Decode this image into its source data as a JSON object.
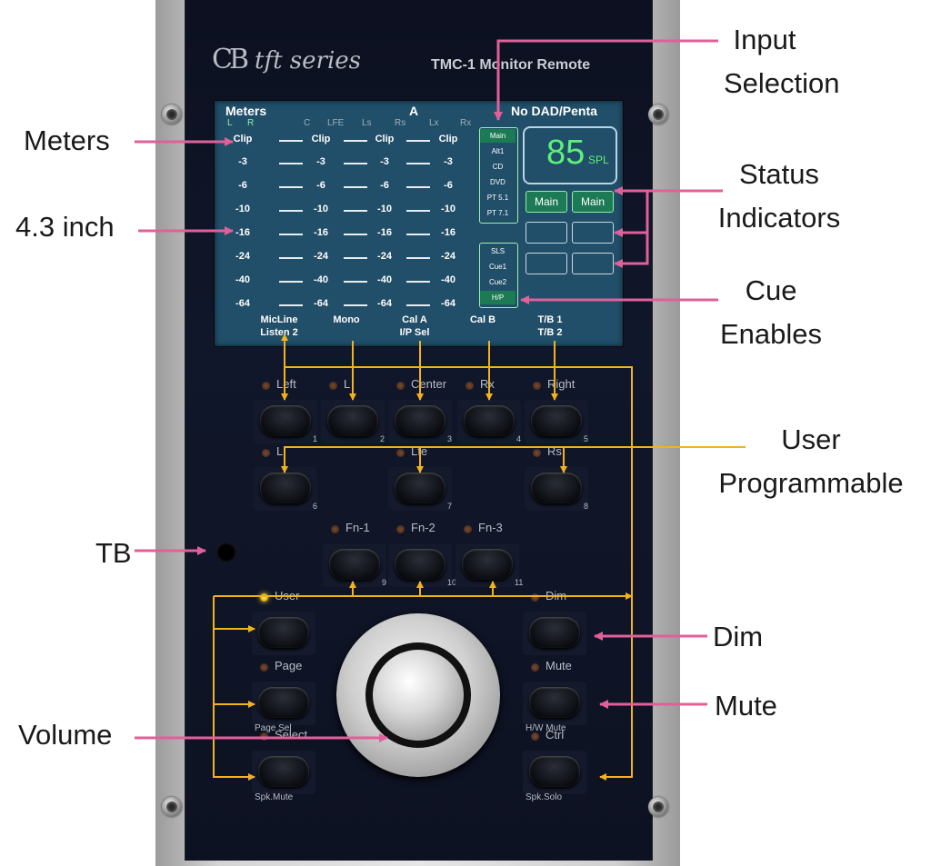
{
  "device": {
    "brand": "tft series",
    "model": "TMC-1 Monitor Remote"
  },
  "callouts": {
    "input_selection": [
      "Input",
      "Selection"
    ],
    "meters": "Meters",
    "status_indicators": [
      "Status",
      "Indicators"
    ],
    "size": "4.3 inch",
    "cue_enables": [
      "Cue",
      "Enables"
    ],
    "user_programmable": [
      "User",
      "Programmable"
    ],
    "tb": "TB",
    "dim": "Dim",
    "mute": "Mute",
    "volume": "Volume"
  },
  "screen": {
    "header_left": "Meters",
    "header_center": "A",
    "header_right": "No DAD/Penta",
    "channels": [
      "L",
      "R",
      "C",
      "LFE",
      "Ls",
      "Rs",
      "Lx",
      "Rx"
    ],
    "scale": [
      "Clip",
      "-3",
      "-6",
      "-10",
      "-16",
      "-24",
      "-40",
      "-64"
    ],
    "inputs": [
      "Main",
      "Alt1",
      "CD",
      "DVD",
      "PT 5.1",
      "PT 7.1"
    ],
    "cues": [
      "SLS",
      "Cue1",
      "Cue2",
      "H/P"
    ],
    "spl_value": "85",
    "spl_unit": "SPL",
    "status": [
      "Main",
      "Main",
      "",
      "",
      "",
      ""
    ],
    "softkeys": [
      {
        "top": "MicLine",
        "bottom": "Listen 2"
      },
      {
        "top": "Mono",
        "bottom": ""
      },
      {
        "top": "Cal A",
        "bottom": "I/P Sel"
      },
      {
        "top": "Cal B",
        "bottom": ""
      },
      {
        "top": "T/B 1",
        "bottom": "T/B 2"
      }
    ]
  },
  "buttons": {
    "row1": [
      {
        "label": "Left",
        "num": "1"
      },
      {
        "label": "L",
        "num": "2"
      },
      {
        "label": "Center",
        "num": "3"
      },
      {
        "label": "Rx",
        "num": "4"
      },
      {
        "label": "Right",
        "num": "5"
      }
    ],
    "row2": [
      {
        "label": "L",
        "num": "6"
      },
      {
        "label": "Lfe",
        "num": "7"
      },
      {
        "label": "Rs",
        "num": "8"
      }
    ],
    "fn": [
      {
        "label": "Fn-1",
        "num": "9"
      },
      {
        "label": "Fn-2",
        "num": "10"
      },
      {
        "label": "Fn-3",
        "num": "11"
      }
    ],
    "user": "User",
    "page": "Page",
    "page_sub": "Page Sel",
    "select": "Select",
    "select_sub": "Spk.Mute",
    "dim": "Dim",
    "mute": "Mute",
    "mute_sub": "H/W Mute",
    "ctrl": "Ctrl",
    "ctrl_sub": "Spk.Solo"
  },
  "colors": {
    "callout_arrow": "#e0609a",
    "link_line": "#f2b21b",
    "screen_bg": "#214e68",
    "meter_green": "#8ff0a8",
    "spl_green": "#5cf07a"
  }
}
